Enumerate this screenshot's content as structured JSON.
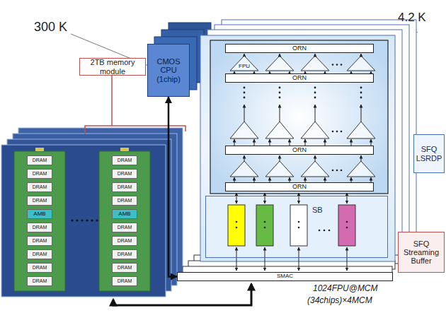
{
  "diagram": {
    "nodes": [
      {
        "text": [
          "2TB memory module"
        ]
      },
      {
        "text": [
          "CMOS CPU (1chip)"
        ]
      },
      {
        "text": [
          "ORN"
        ]
      },
      {
        "text": [
          "FPU"
        ]
      },
      {
        "text": [
          "ORN"
        ]
      },
      {
        "text": [
          "ORN"
        ]
      },
      {
        "text": [
          "ORN"
        ]
      },
      {
        "text": [
          "SFQ LSRDP"
        ]
      },
      {
        "text": [
          "SB"
        ]
      },
      {
        "text": [
          "SFQ Streaming Buffer"
        ]
      },
      {
        "text": [
          "SMAC"
        ]
      },
      {
        "text": [
          "DRAM"
        ]
      },
      {
        "text": [
          "DRAM"
        ]
      },
      {
        "text": [
          "DRAM"
        ]
      },
      {
        "text": [
          "DRAM"
        ]
      },
      {
        "text": [
          "AMB"
        ]
      },
      {
        "text": [
          "DRAM"
        ]
      },
      {
        "text": [
          "DRAM"
        ]
      },
      {
        "text": [
          "DRAM"
        ]
      },
      {
        "text": [
          "DRAM"
        ]
      },
      {
        "text": [
          "DRAM"
        ]
      },
      {
        "text": [
          "DRAM"
        ]
      },
      {
        "text": [
          "DRAM"
        ]
      },
      {
        "text": [
          "DRAM"
        ]
      },
      {
        "text": [
          "DRAM"
        ]
      },
      {
        "text": [
          "AMB"
        ]
      },
      {
        "text": [
          "DRAM"
        ]
      },
      {
        "text": [
          "DRAM"
        ]
      },
      {
        "text": [
          "DRAM"
        ]
      },
      {
        "text": [
          "DRAM"
        ]
      },
      {
        "text": [
          "DRAM"
        ]
      }
    ],
    "edges": [
      {
        "from": 1,
        "to": 10,
        "arrow": "both"
      }
    ],
    "labels": [
      "300 K",
      "4.2 K",
      "1024FPU@MCM",
      "(34chips)×4MCM"
    ]
  }
}
